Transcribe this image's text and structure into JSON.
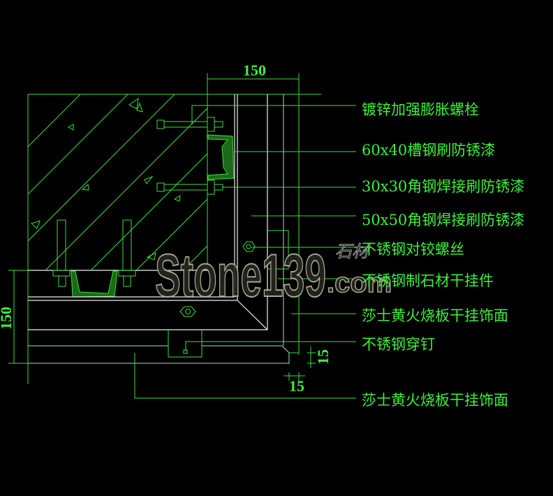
{
  "drawing": {
    "background": "#000000",
    "line_color": "#3ce03c",
    "dimensions": {
      "top": "150",
      "left": "150",
      "offset_vertical": "15",
      "offset_horizontal": "15"
    },
    "labels": [
      "镀锌加强膨胀螺栓",
      "60x40槽钢刷防锈漆",
      "30x30角钢焊接刷防锈漆",
      "50x50角钢焊接刷防锈漆",
      "不锈钢对铰螺丝",
      "不锈钢制石材干挂件",
      "莎士黄火烧板干挂饰面",
      "不锈钢穿钉",
      "莎士黄火烧板干挂饰面"
    ],
    "watermark": {
      "text": "Stone139",
      "suffix": ".com",
      "chinese": "石材"
    }
  }
}
